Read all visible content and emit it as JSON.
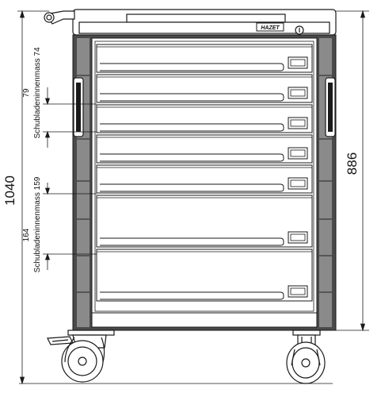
{
  "dimensions": {
    "overall_height": "1040",
    "body_height": "886",
    "small_drawer_height": "79",
    "small_drawer_inner_label": "Schubladeninnenmass 74",
    "large_drawer_height": "164",
    "large_drawer_inner_label": "Schubladeninnenmass 159"
  },
  "brand": {
    "badge_text": "HAZET"
  },
  "drawers": [
    {
      "size": "small"
    },
    {
      "size": "small"
    },
    {
      "size": "small"
    },
    {
      "size": "small"
    },
    {
      "size": "small"
    },
    {
      "size": "large"
    },
    {
      "size": "large"
    }
  ],
  "colors": {
    "line": "#1a1a1a",
    "cabinet_frame": "#4a4a4a"
  }
}
